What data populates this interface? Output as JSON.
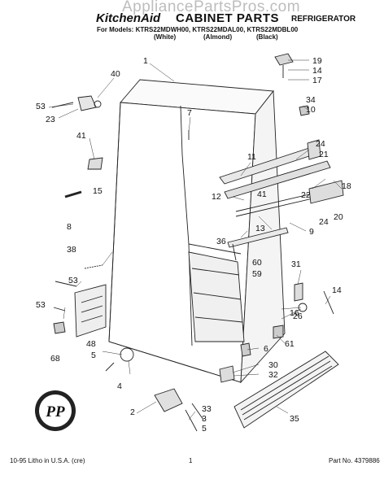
{
  "header": {
    "brand": "KitchenAid",
    "section": "CABINET PARTS",
    "category": "REFRIGERATOR",
    "models_prefix": "For Models:",
    "models": [
      "KTRS22MDWH00,",
      "KTRS22MDAL00,",
      "KTRS22MDBL00"
    ],
    "colors": [
      "(White)",
      "(Almond)",
      "(Black)"
    ],
    "watermark": "AppliancePartsPros.com"
  },
  "callouts": {
    "c1": "1",
    "c19": "19",
    "c14a": "14",
    "c17": "17",
    "c40": "40",
    "c53a": "53",
    "c23": "23",
    "c7": "7",
    "c34": "34",
    "c10": "10",
    "c41a": "41",
    "c11": "11",
    "c15": "15",
    "c24a": "24",
    "c21": "21",
    "c22": "22",
    "c12": "12",
    "c41b": "41",
    "c18": "18",
    "c20": "20",
    "c24b": "24",
    "c8": "8",
    "c13": "13",
    "c9": "9",
    "c36": "36",
    "c38": "38",
    "c60": "60",
    "c59": "59",
    "c31": "31",
    "c53b": "53",
    "c14b": "14",
    "c53c": "53",
    "c26": "26",
    "c16": "16",
    "c61": "61",
    "c68": "68",
    "c48": "48",
    "c6": "6",
    "c30": "30",
    "c32": "32",
    "c5a": "5",
    "c4": "4",
    "c2": "2",
    "c33": "33",
    "c3": "3",
    "c5b": "5",
    "c35": "35"
  },
  "logo_text": "PP",
  "footer": {
    "left": "10-95  Litho in U.S.A. (cre)",
    "page": "1",
    "part_no": "Part No. 4379886"
  }
}
